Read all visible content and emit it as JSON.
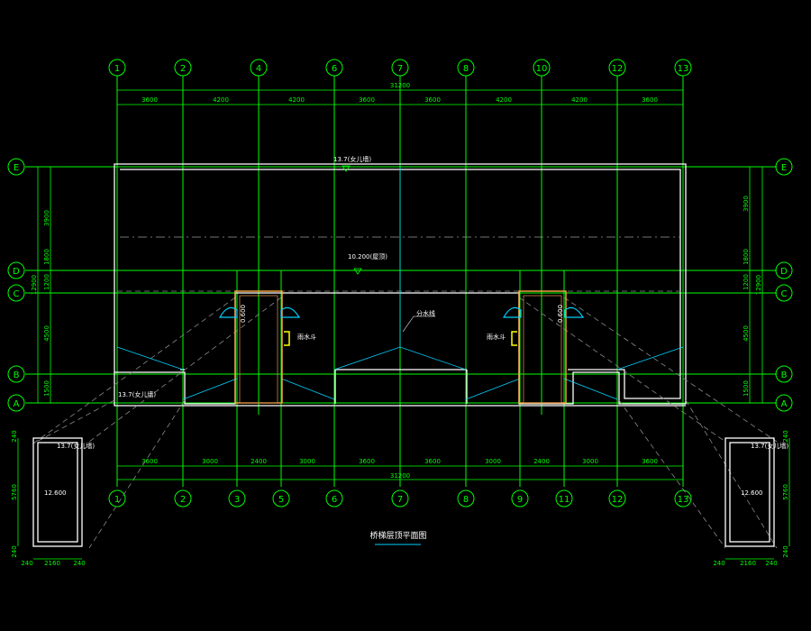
{
  "drawing": {
    "title": "桥梯层顶平面图",
    "top_axes": [
      "1",
      "2",
      "4",
      "6",
      "7",
      "8",
      "10",
      "12",
      "13"
    ],
    "bottom_axes": [
      "1",
      "2",
      "3",
      "5",
      "6",
      "7",
      "8",
      "9",
      "11",
      "12",
      "13"
    ],
    "row_axes": [
      "E",
      "D",
      "C",
      "B",
      "A"
    ],
    "top_total": "31200",
    "top_dims": [
      "3600",
      "4200",
      "4200",
      "3600",
      "3600",
      "4200",
      "4200",
      "3600"
    ],
    "bottom_total": "31200",
    "bottom_dims": [
      "3600",
      "3000",
      "2400",
      "3000",
      "3600",
      "3600",
      "3000",
      "2400",
      "3000",
      "3600"
    ],
    "left_dims": [
      "3900",
      "1800",
      "1200",
      "4500",
      "1500"
    ],
    "left_total": "12900",
    "right_dims": [
      "3900",
      "1800",
      "1200",
      "4500",
      "1500"
    ],
    "right_total": "12900",
    "top_level_label": "13.7(女儿墙)",
    "roof_level_label": "10.200(屋顶)",
    "bottom_level_label": "13.7(女儿墙)",
    "ridge_label": "分水线",
    "drain_label_left": "雨水斗",
    "drain_label_right": "雨水斗",
    "stair_label_left": "0.600",
    "stair_label_right": "0.600",
    "small_left": {
      "level_label": "13.7(女儿墙)",
      "elev": "12.600",
      "h_dims": [
        "240",
        "2160",
        "240"
      ],
      "v_dims": [
        "240",
        "5760",
        "240"
      ]
    },
    "small_right": {
      "level_label": "13.7(女儿墙)",
      "elev": "12.600",
      "h_dims": [
        "240",
        "2160",
        "240"
      ],
      "v_dims": [
        "240",
        "5760",
        "240"
      ]
    }
  },
  "colors": {
    "axis": "#00ff00",
    "wall": "#ffffff",
    "slope": "#00d0ff",
    "stair": "#ffaa44",
    "drain": "#ffff00",
    "background": "#000000"
  }
}
